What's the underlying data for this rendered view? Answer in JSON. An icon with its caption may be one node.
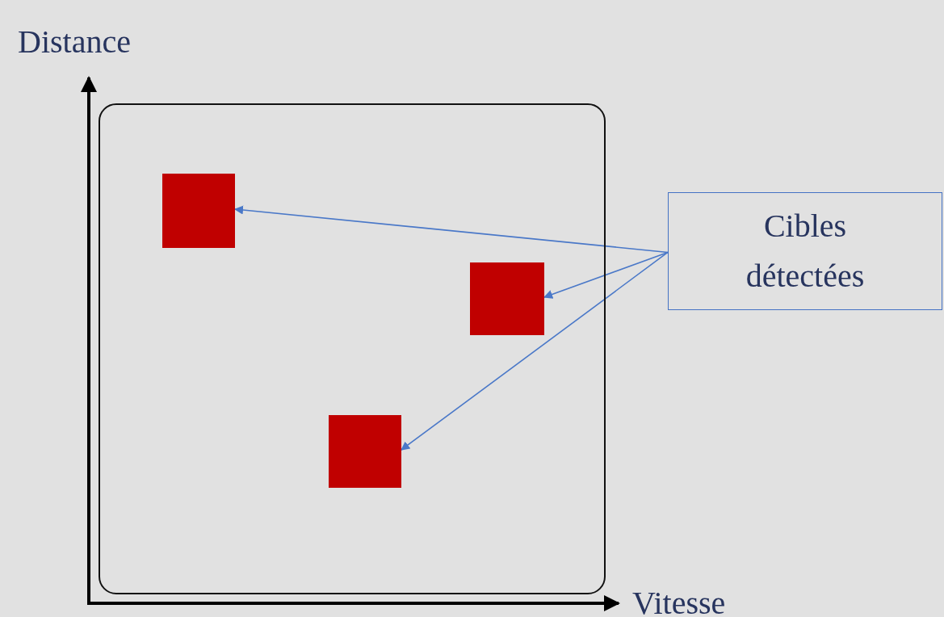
{
  "diagram": {
    "nodes": [
      {
        "text": [],
        "shape": "box"
      },
      {
        "text": [],
        "shape": "box",
        "in": 0
      },
      {
        "text": [],
        "shape": "box",
        "in": 0
      },
      {
        "text": [],
        "shape": "box",
        "in": 0
      },
      {
        "text": [
          "Cibles détectées"
        ]
      }
    ],
    "edges": [
      {
        "from": 4,
        "to": 1,
        "arrow": "to"
      },
      {
        "from": 4,
        "to": 3,
        "arrow": "to"
      },
      {
        "from": 4,
        "to": 2,
        "arrow": "to"
      }
    ],
    "labels": [
      "Distance",
      "Vitesse"
    ]
  }
}
